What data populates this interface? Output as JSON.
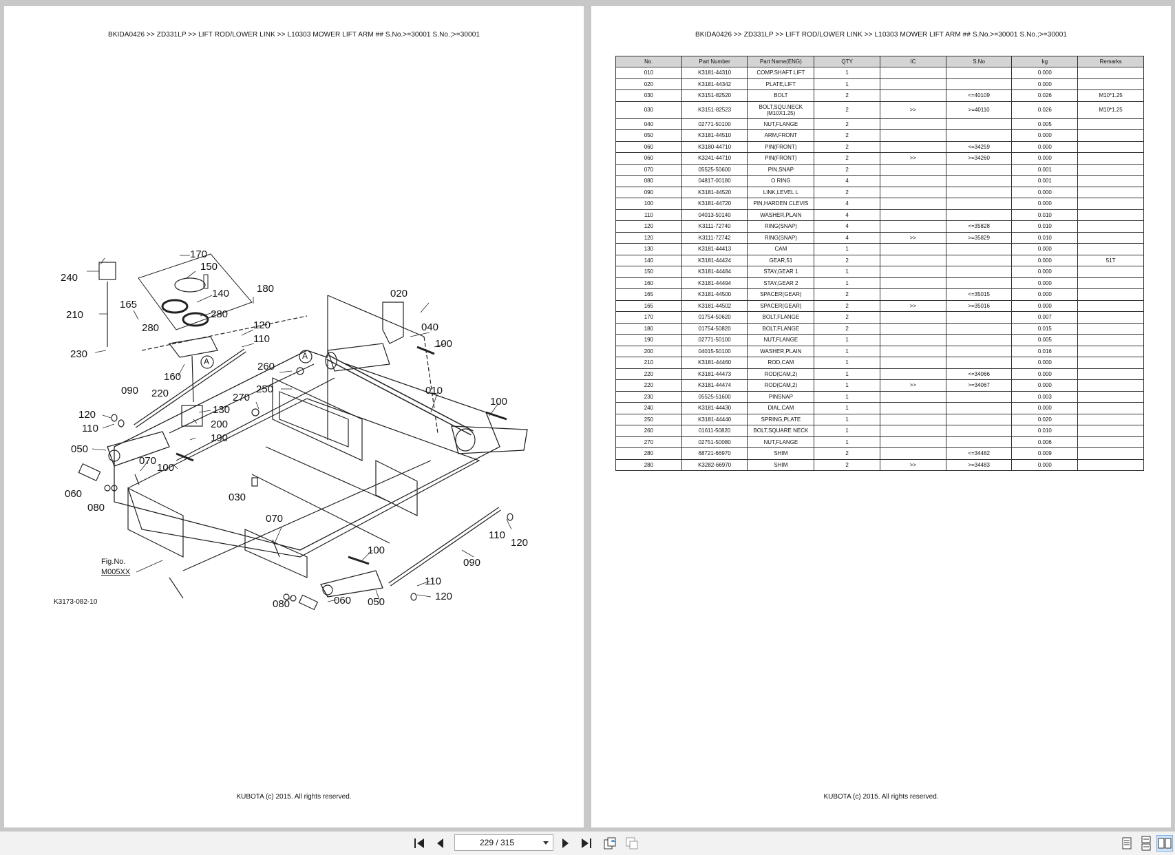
{
  "left_page": {
    "header": "BKIDA0426 >> ZD331LP >> LIFT ROD/LOWER LINK >> L10303   MOWER LIFT ARM ## S.No.>=30001 S.No.;>=30001",
    "footer": "KUBOTA (c) 2015. All rights reserved.",
    "diagram": {
      "code": "K3173-082-10",
      "fig_label": "Fig.No.",
      "fig_no": "M005XX",
      "callouts": [
        "240",
        "170",
        "150",
        "140",
        "180",
        "165",
        "210",
        "280",
        "120",
        "110",
        "230",
        "160",
        "090",
        "220",
        "260",
        "250",
        "270",
        "130",
        "200",
        "190",
        "120",
        "110",
        "050",
        "070",
        "100",
        "060",
        "080",
        "030",
        "020",
        "040",
        "100",
        "010",
        "100",
        "070",
        "110",
        "120",
        "090",
        "100",
        "050",
        "060",
        "080",
        "110",
        "120",
        "280"
      ],
      "marker": "A"
    }
  },
  "right_page": {
    "header": "BKIDA0426 >> ZD331LP >> LIFT ROD/LOWER LINK >> L10303   MOWER LIFT ARM ## S.No.>=30001 S.No.;>=30001",
    "footer": "KUBOTA (c) 2015. All rights reserved.",
    "table": {
      "columns": [
        "No.",
        "Part Number",
        "Part Name(ENG)",
        "QTY",
        "IC",
        "S.No",
        "kg",
        "Remarks"
      ],
      "rows": [
        [
          "010",
          "K3181-44310",
          "COMP.SHAFT LIFT",
          "1",
          "",
          "",
          "0.000",
          ""
        ],
        [
          "020",
          "K3181-44342",
          "PLATE,LIFT",
          "1",
          "",
          "",
          "0.000",
          ""
        ],
        [
          "030",
          "K3151-82520",
          "BOLT",
          "2",
          "",
          "<=40109",
          "0.026",
          "M10*1.25"
        ],
        [
          "030",
          "K3151-82523",
          "BOLT,SQU.NECK\n(M10X1.25)",
          "2",
          ">>",
          ">=40110",
          "0.026",
          "M10*1.25"
        ],
        [
          "040",
          "02771-50100",
          "NUT,FLANGE",
          "2",
          "",
          "",
          "0.005",
          ""
        ],
        [
          "050",
          "K3181-44510",
          "ARM,FRONT",
          "2",
          "",
          "",
          "0.000",
          ""
        ],
        [
          "060",
          "K3180-44710",
          "PIN(FRONT)",
          "2",
          "",
          "<=34259",
          "0.000",
          ""
        ],
        [
          "060",
          "K3241-44710",
          "PIN(FRONT)",
          "2",
          ">>",
          ">=34260",
          "0.000",
          ""
        ],
        [
          "070",
          "05525-50600",
          "PIN,SNAP",
          "2",
          "",
          "",
          "0.001",
          ""
        ],
        [
          "080",
          "04817-00180",
          "O RING",
          "4",
          "",
          "",
          "0.001",
          ""
        ],
        [
          "090",
          "K3181-44520",
          "LINK,LEVEL L",
          "2",
          "",
          "",
          "0.000",
          ""
        ],
        [
          "100",
          "K3181-44720",
          "PIN,HARDEN CLEVIS",
          "4",
          "",
          "",
          "0.000",
          ""
        ],
        [
          "110",
          "04013-50140",
          "WASHER,PLAIN",
          "4",
          "",
          "",
          "0.010",
          ""
        ],
        [
          "120",
          "K3111-72740",
          "RING(SNAP)",
          "4",
          "",
          "<=35828",
          "0.010",
          ""
        ],
        [
          "120",
          "K3111-72742",
          "RING(SNAP)",
          "4",
          ">>",
          ">=35829",
          "0.010",
          ""
        ],
        [
          "130",
          "K3181-44413",
          "CAM",
          "1",
          "",
          "",
          "0.000",
          ""
        ],
        [
          "140",
          "K3181-44424",
          "GEAR,51",
          "2",
          "",
          "",
          "0.000",
          "51T"
        ],
        [
          "150",
          "K3181-44484",
          "STAY,GEAR 1",
          "1",
          "",
          "",
          "0.000",
          ""
        ],
        [
          "160",
          "K3181-44494",
          "STAY,GEAR 2",
          "1",
          "",
          "",
          "0.000",
          ""
        ],
        [
          "165",
          "K3181-44500",
          "SPACER(GEAR)",
          "2",
          "",
          "<=35015",
          "0.000",
          ""
        ],
        [
          "165",
          "K3181-44502",
          "SPACER(GEAR)",
          "2",
          ">>",
          ">=35016",
          "0.000",
          ""
        ],
        [
          "170",
          "01754-50620",
          "BOLT,FLANGE",
          "2",
          "",
          "",
          "0.007",
          ""
        ],
        [
          "180",
          "01754-50820",
          "BOLT,FLANGE",
          "2",
          "",
          "",
          "0.015",
          ""
        ],
        [
          "190",
          "02771-50100",
          "NUT,FLANGE",
          "1",
          "",
          "",
          "0.005",
          ""
        ],
        [
          "200",
          "04015-50100",
          "WASHER,PLAIN",
          "1",
          "",
          "",
          "0.016",
          ""
        ],
        [
          "210",
          "K3181-44460",
          "ROD,CAM",
          "1",
          "",
          "",
          "0.000",
          ""
        ],
        [
          "220",
          "K3181-44473",
          "ROD(CAM,2)",
          "1",
          "",
          "<=34066",
          "0.000",
          ""
        ],
        [
          "220",
          "K3181-44474",
          "ROD(CAM,2)",
          "1",
          ">>",
          ">=34067",
          "0.000",
          ""
        ],
        [
          "230",
          "05525-51600",
          "PINSNAP",
          "1",
          "",
          "",
          "0.003",
          ""
        ],
        [
          "240",
          "K3181-44430",
          "DIAL,CAM",
          "1",
          "",
          "",
          "0.000",
          ""
        ],
        [
          "250",
          "K3181-44440",
          "SPRING,PLATE",
          "1",
          "",
          "",
          "0.020",
          ""
        ],
        [
          "260",
          "01611-50820",
          "BOLT,SQUARE NECK",
          "1",
          "",
          "",
          "0.010",
          ""
        ],
        [
          "270",
          "02751-50080",
          "NUT,FLANGE",
          "1",
          "",
          "",
          "0.006",
          ""
        ],
        [
          "280",
          "68721-66970",
          "SHIM",
          "2",
          "",
          "<=34482",
          "0.009",
          ""
        ],
        [
          "280",
          "K3282-66970",
          "SHIM",
          "2",
          ">>",
          ">=34483",
          "0.000",
          ""
        ]
      ]
    }
  },
  "toolbar": {
    "page_indicator": "229 / 315",
    "icons": [
      "first-page-icon",
      "prev-page-icon",
      "next-page-icon",
      "last-page-icon",
      "rotate-page-icon",
      "fit-page-icon",
      "single-page-view-icon",
      "continuous-view-icon",
      "facing-view-icon"
    ]
  }
}
